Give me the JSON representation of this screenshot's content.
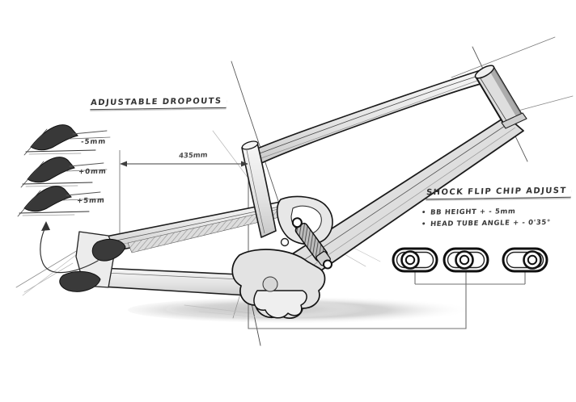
{
  "colors": {
    "ink": "#1c1c1c",
    "pencil": "#8d8d8d",
    "tube_fill": "#e6e6e6",
    "dark_fill": "#3a3a3a",
    "shadow": "#d2d2d2",
    "background": "#ffffff"
  },
  "annotations": {
    "adjustable_dropouts": {
      "heading": "ADJUSTABLE DROPOUTS",
      "options": [
        {
          "label": "-5mm"
        },
        {
          "label": "+0mm"
        },
        {
          "label": "+5mm"
        }
      ]
    },
    "chainstay_dimension": {
      "value": "435mm"
    },
    "shock_flip_chip": {
      "heading": "SHOCK FLIP CHIP ADJUST",
      "bullets": [
        {
          "marker": "•",
          "text": "BB HEIGHT  + - 5mm"
        },
        {
          "marker": "•",
          "text": "HEAD TUBE ANGLE  + - 0'35°"
        }
      ]
    }
  }
}
